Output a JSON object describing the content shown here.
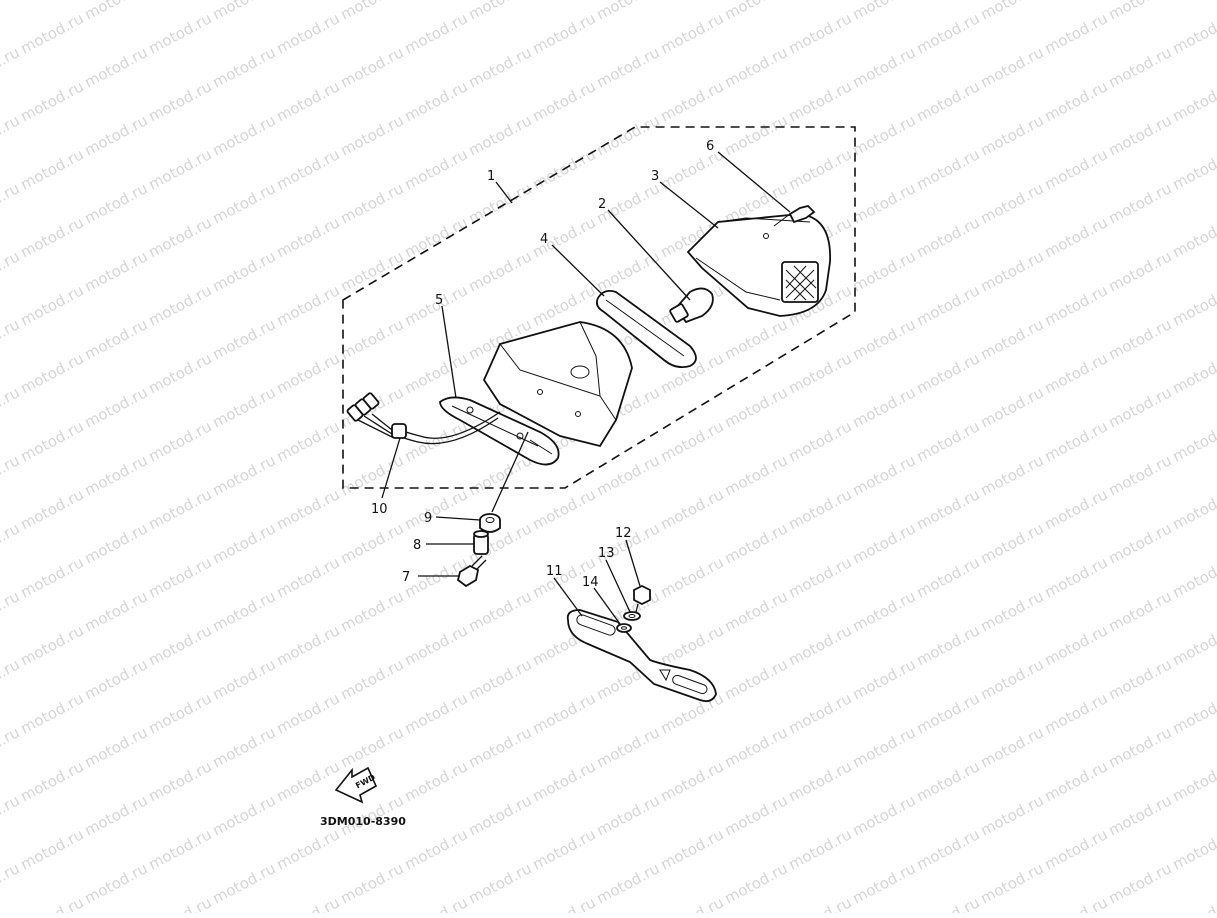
{
  "watermark": "motod.ru",
  "diagram_code": "3DM010-8390",
  "fwd_label": "FWD",
  "callouts": [
    "1",
    "2",
    "3",
    "4",
    "5",
    "6",
    "7",
    "8",
    "9",
    "10",
    "11",
    "12",
    "13",
    "14"
  ],
  "colors": {
    "ink": "#111111",
    "watermark": "#d6d6d6",
    "background": "#ffffff"
  },
  "icons": {
    "front_arrow": "fwd-arrow-icon"
  }
}
